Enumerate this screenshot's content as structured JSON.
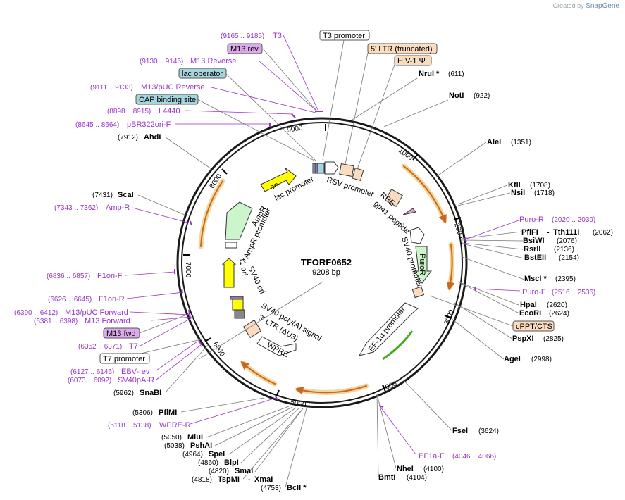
{
  "brand": {
    "prefix": "Created by",
    "name": "SnapGene"
  },
  "plasmid": {
    "name": "TFORF0652",
    "size_label": "9208 bp"
  },
  "ticks": [
    "1000",
    "2000",
    "3000",
    "4000",
    "5000",
    "6000",
    "7000",
    "8000",
    "9000"
  ],
  "features_on_map": [
    "ori",
    "lac promoter",
    "RSV promoter",
    "RRE",
    "gp41 peptide",
    "SV40 promoter",
    "PuroR",
    "EF-1α promoter",
    "WPRE",
    "3' LTR (ΔU3)",
    "SV40 poly(A) signal",
    "SV40 ori",
    "f1 ori",
    "AmpR promoter",
    "AmpR"
  ],
  "boxed_labels": [
    {
      "text": "T3 promoter",
      "style": "white"
    },
    {
      "text": "5' LTR (truncated)",
      "style": "peach"
    },
    {
      "text": "HIV-1 Ψ",
      "style": "peach"
    },
    {
      "text": "M13 rev",
      "style": "purple"
    },
    {
      "text": "lac operator",
      "style": "teal"
    },
    {
      "text": "CAP binding site",
      "style": "teal"
    },
    {
      "text": "cPPT/CTS",
      "style": "peach"
    },
    {
      "text": "M13 fwd",
      "style": "purple"
    },
    {
      "text": "T7 promoter",
      "style": "white"
    }
  ],
  "enzymes": [
    {
      "name": "NruI *",
      "pos": "(611)"
    },
    {
      "name": "NotI",
      "pos": "(922)"
    },
    {
      "name": "AleI",
      "pos": "(1351)"
    },
    {
      "name": "KflI",
      "pos": "(1708)"
    },
    {
      "name": "NsiI",
      "pos": "(1718)"
    },
    {
      "name": "PflFI",
      "sep": "-",
      "name2": "Tth111I",
      "pos": "(2062)"
    },
    {
      "name": "BsiWI",
      "pos": "(2076)"
    },
    {
      "name": "RsrII",
      "pos": "(2136)"
    },
    {
      "name": "BstEII",
      "pos": "(2154)"
    },
    {
      "name": "MscI *",
      "pos": "(2395)"
    },
    {
      "name": "HpaI",
      "pos": "(2620)"
    },
    {
      "name": "EcoRI",
      "pos": "(2624)"
    },
    {
      "name": "PspXI",
      "pos": "(2825)"
    },
    {
      "name": "AgeI",
      "pos": "(2998)"
    },
    {
      "name": "FseI",
      "pos": "(3624)"
    },
    {
      "name": "NheI",
      "pos": "(4100)"
    },
    {
      "name": "BmtI",
      "pos": "(4104)"
    },
    {
      "name": "BclI *",
      "pos": "(4753)"
    },
    {
      "name": "TspMI",
      "sep": "-",
      "name2": "XmaI",
      "pos": "(4818)"
    },
    {
      "name": "SmaI",
      "pos": "(4820)"
    },
    {
      "name": "BlpI",
      "pos": "(4860)"
    },
    {
      "name": "SpeI",
      "pos": "(4964)"
    },
    {
      "name": "PshAI",
      "pos": "(5038)"
    },
    {
      "name": "MluI",
      "pos": "(5050)"
    },
    {
      "name": "PflMI",
      "pos": "(5306)"
    },
    {
      "name": "SnaBI",
      "pos": "(5962)"
    },
    {
      "name": "ScaI",
      "pos": "(7431)"
    },
    {
      "name": "AhdI",
      "pos": "(7912)"
    }
  ],
  "primers": [
    {
      "name": "T3",
      "range": "(9165 .. 9185)"
    },
    {
      "name": "M13 Reverse",
      "range": "(9130 .. 9146)"
    },
    {
      "name": "M13/pUC Reverse",
      "range": "(9111 .. 9133)"
    },
    {
      "name": "L4440",
      "range": "(8898 .. 8915)"
    },
    {
      "name": "pBR322ori-F",
      "range": "(8645 .. 8664)"
    },
    {
      "name": "Puro-R",
      "range": "(2020 .. 2039)"
    },
    {
      "name": "Puro-F",
      "range": "(2516 .. 2536)"
    },
    {
      "name": "EF1a-F",
      "range": "(4046 .. 4066)"
    },
    {
      "name": "WPRE-R",
      "range": "(5118 .. 5138)"
    },
    {
      "name": "SV40pA-R",
      "range": "(6073 .. 6092)"
    },
    {
      "name": "EBV-rev",
      "range": "(6127 .. 6146)"
    },
    {
      "name": "T7",
      "range": "(6352 .. 6371)"
    },
    {
      "name": "M13 Forward",
      "range": "(6381 .. 6398)"
    },
    {
      "name": "M13/pUC Forward",
      "range": "(6390 .. 6412)"
    },
    {
      "name": "F1ori-R",
      "range": "(6626 .. 6645)"
    },
    {
      "name": "F1ori-F",
      "range": "(6836 .. 6857)"
    },
    {
      "name": "Amp-R",
      "range": "(7343 .. 7362)"
    }
  ],
  "colors": {
    "backbone": "#1a1a1a",
    "primer": "#9933cc",
    "orf_arc": "#c8691e",
    "orf_glow": "#f3d49a",
    "promoter_fill": "#ffffff",
    "ori_fill": "#ffff00",
    "amp_fill": "#ccf5cc",
    "puro_fill": "#ccf5cc",
    "ltr_fill": "#fbdcc0",
    "teal_box": "#a6d4dc",
    "purple_box": "#dbaae8",
    "green_arc": "#44aa22"
  }
}
